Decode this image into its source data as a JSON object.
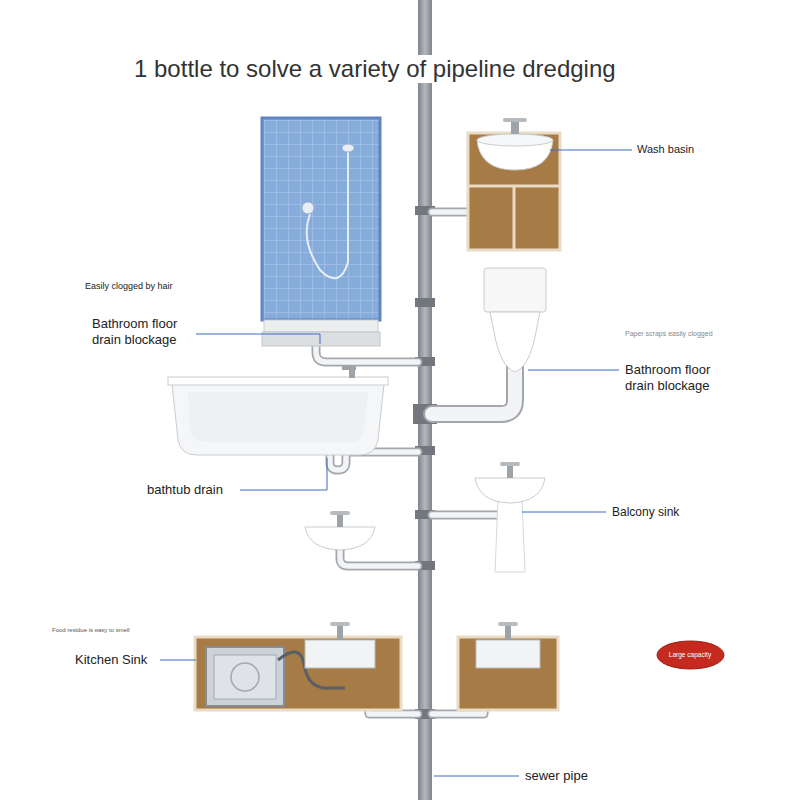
{
  "diagram": {
    "title": "1 bottle to solve a variety of pipeline dredging",
    "nodes": [
      {
        "text": [
          "Large capacity"
        ]
      }
    ],
    "labels": [
      "Wash basin",
      "Easily clogged by hair",
      "Bathroom floor drain blockage",
      "Paper scraps easily clogged",
      "Bathroom floor drain blockage",
      "bathtub drain",
      "Balcony sink",
      "Food residue is easy to smell",
      "Kitchen Sink",
      "sewer pipe"
    ]
  }
}
